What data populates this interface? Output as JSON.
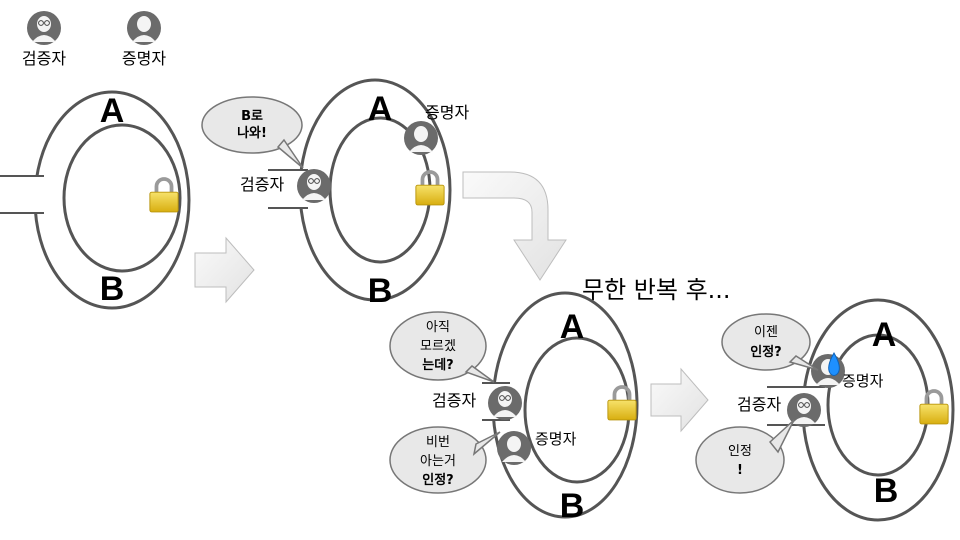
{
  "legend": {
    "verifier_label": "검증자",
    "prover_label": "증명자",
    "verifier_icon": "verifier-person-icon",
    "prover_icon": "prover-person-icon"
  },
  "door_labels": {
    "a": "A",
    "b": "B"
  },
  "lock_icon": "padlock-icon",
  "colors": {
    "lock": "#e6c21a",
    "ring": "#555555",
    "arrow": "#efefef",
    "bubble": "#e8e8e8",
    "drop": "#1e90ff"
  },
  "panel2": {
    "bubble": [
      "B로",
      "나와!"
    ],
    "verifier_label": "검증자",
    "prover_label": "증명자"
  },
  "caption": "무한 반복 후...",
  "panel3": {
    "bubble_top": [
      "아직",
      "모르겠",
      "는데?"
    ],
    "bubble_bottom": [
      "비번",
      "아는거",
      "인정?"
    ],
    "verifier_label": "검증자",
    "prover_label": "증명자"
  },
  "panel4": {
    "bubble_top": [
      "이젠",
      "인정?"
    ],
    "bubble_bottom": [
      "인정",
      "!"
    ],
    "verifier_label": "검증자",
    "prover_label": "증명자"
  }
}
